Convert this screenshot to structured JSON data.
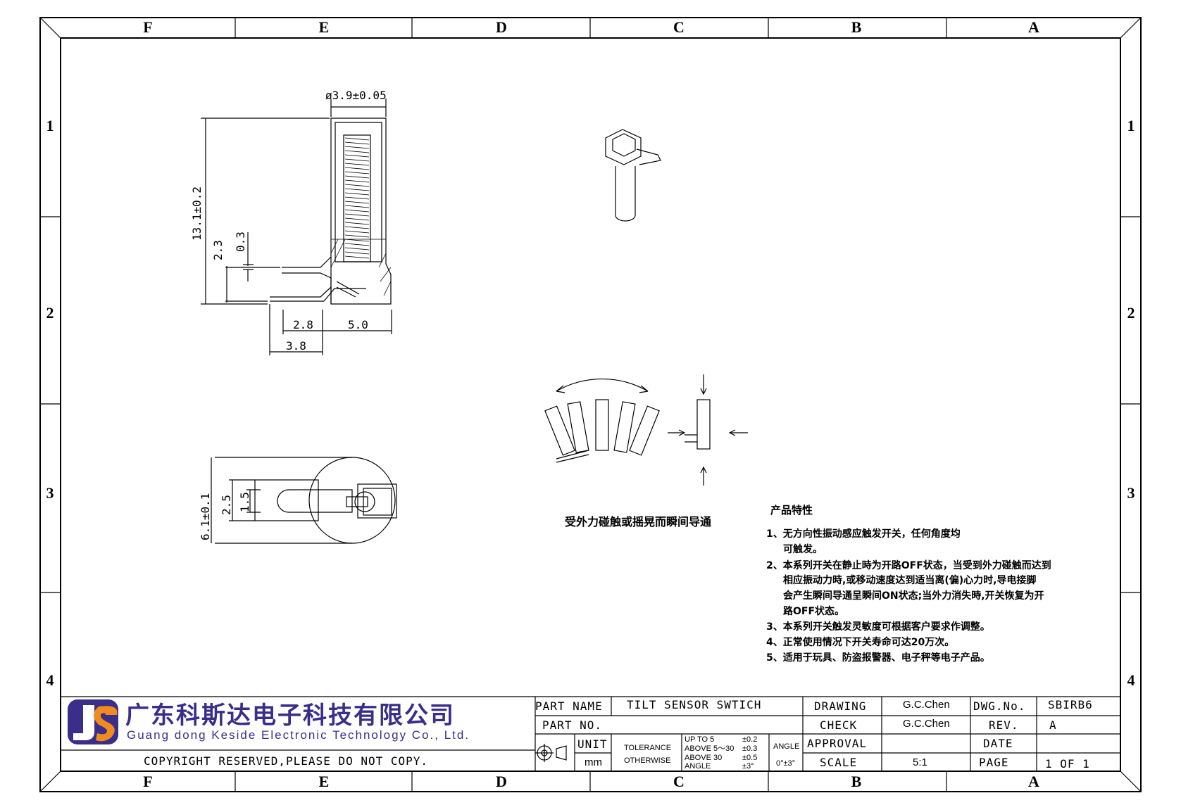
{
  "zones": {
    "columns": [
      "F",
      "E",
      "D",
      "C",
      "B",
      "A"
    ],
    "rows": [
      "1",
      "2",
      "3",
      "4"
    ]
  },
  "side_view": {
    "diameter": "ø3.9±0.05",
    "height": "13.1±0.2",
    "dim_2_3": "2.3",
    "dim_0_3": "0.3",
    "dim_2_8": "2.8",
    "dim_5_0": "5.0",
    "dim_3_8": "3.8"
  },
  "top_view": {
    "width": "6.1±0.1",
    "dim_2_5": "2.5",
    "dim_1_5": "1.5"
  },
  "motion_caption": "受外力碰触或摇晃而瞬间导通",
  "features": {
    "title": "产品特性",
    "items": [
      "1、无方向性振动感应触发开关，任何角度均",
      "可触发。",
      "2、本系列开关在静止時为开路OFF状态，当受到外力碰触而达到",
      "相应振动力時,或移动速度达到适当离(偏)心力时,导电接脚",
      "会产生瞬间导通呈瞬间ON状态;当外力消失時,开关恢复为开",
      "路OFF状态。",
      "3、本系列开关触发灵敏度可根据客户要求作调整。",
      "4、正常使用情况下开关寿命可达20万次。",
      "5、适用于玩具、防盗报警器、电子秤等电子产品。"
    ]
  },
  "company": {
    "name_cn": "广东科斯达电子科技有限公司",
    "name_en": "Guang dong Keside  Electronic Technology Co., Ltd.",
    "copyright": "COPYRIGHT RESERVED,PLEASE DO NOT COPY."
  },
  "title_block": {
    "part_name_label": "PART NAME",
    "part_name_value": "TILT SENSOR SWTICH",
    "part_no_label": "PART NO.",
    "unit_label": "UNIT",
    "unit_value": "mm",
    "tolerance_label_1": "TOLERANCE",
    "tolerance_label_2": "OTHERWISE",
    "tol_rows": [
      {
        "range": "UP TO 5",
        "value": "±0.2"
      },
      {
        "range": "ABOVE 5～30",
        "value": "±0.3"
      },
      {
        "range": "ABOVE 30",
        "value": "±0.5"
      },
      {
        "range": "ANGLE",
        "value": "±3°"
      }
    ],
    "angle_label": "ANGLE",
    "angle_value": "0°±3°",
    "drawing_label": "DRAWING",
    "drawing_value": "G.C.Chen",
    "check_label": "CHECK",
    "check_value": "G.C.Chen",
    "approval_label": "APPROVAL",
    "scale_label": "SCALE",
    "scale_value": "5:1",
    "dwg_no_label": "DWG.No.",
    "dwg_no_value": "SBIRB6",
    "rev_label": "REV.",
    "rev_value": "A",
    "date_label": "DATE",
    "page_label": "PAGE",
    "page_value": "1 OF 1"
  },
  "colors": {
    "logo_blue": "#3a2e8a",
    "logo_orange": "#f08c1e",
    "line": "#000000"
  }
}
